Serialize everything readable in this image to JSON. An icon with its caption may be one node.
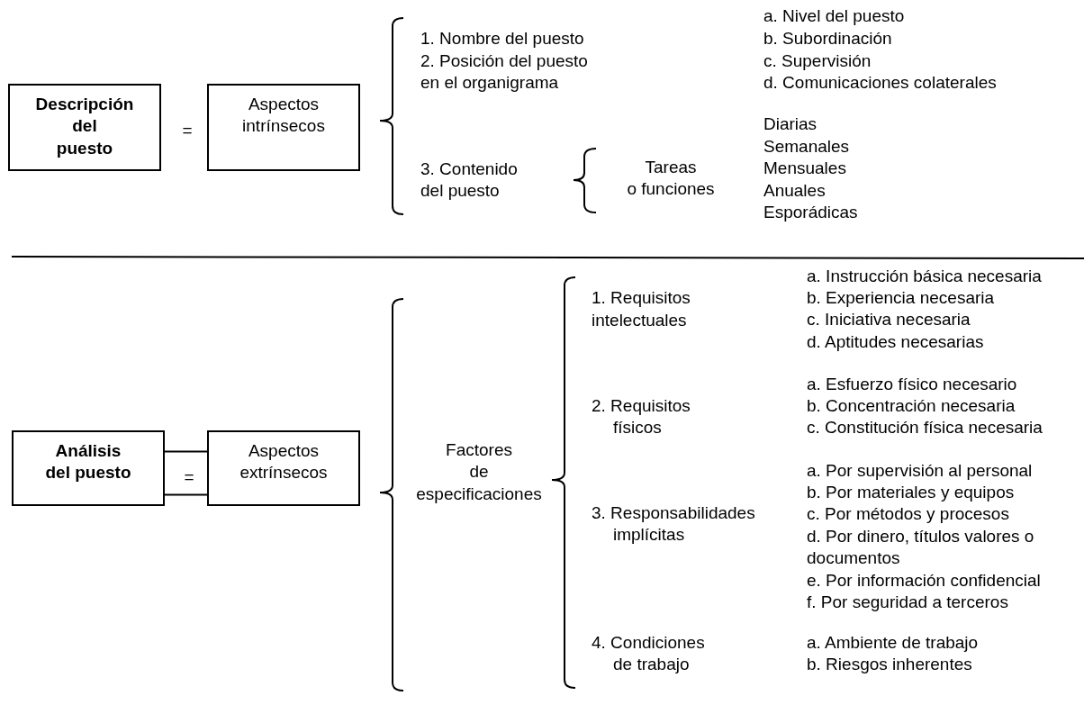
{
  "diagram": {
    "nodes": [
      {
        "text": [
          "Descripción del puesto"
        ]
      },
      {
        "text": [
          "Aspectos intrínsecos"
        ]
      },
      {
        "text": [
          "Análisis del puesto"
        ]
      },
      {
        "text": [
          "Aspectos extrínsecos"
        ]
      }
    ],
    "edges": [
      {
        "from": 2,
        "to": 3,
        "arrow": "none"
      },
      {
        "from": 2,
        "to": 3,
        "arrow": "none"
      }
    ],
    "labels": [
      "=",
      "1. Nombre del puesto",
      "2. Posición del puesto en el organigrama",
      "a. Nivel del puesto",
      "b. Subordinación",
      "c. Supervisión",
      "d. Comunicaciones colaterales",
      "3. Contenido del puesto",
      "Tareas o funciones",
      "Diarias",
      "Semanales",
      "Mensuales",
      "Anuales",
      "Esporádicas",
      "=",
      "Factores de especificaciones",
      "1. Requisitos intelectuales",
      "a. Instrucción básica necesaria",
      "b. Experiencia necesaria",
      "c. Iniciativa necesaria",
      "d. Aptitudes necesarias",
      "2. Requisitos físicos",
      "a. Esfuerzo físico necesario",
      "b. Concentración necesaria",
      "c. Constitución física necesaria",
      "3. Responsabilidades implícitas",
      "a. Por supervisión al personal",
      "b. Por materiales y equipos",
      "c. Por métodos y procesos",
      "d. Por dinero, títulos valores o documentos",
      "e. Por información confidencial",
      "f. Por seguridad a terceros",
      "4. Condiciones de trabajo",
      "a. Ambiente de trabajo",
      "b. Riesgos inherentes"
    ]
  }
}
